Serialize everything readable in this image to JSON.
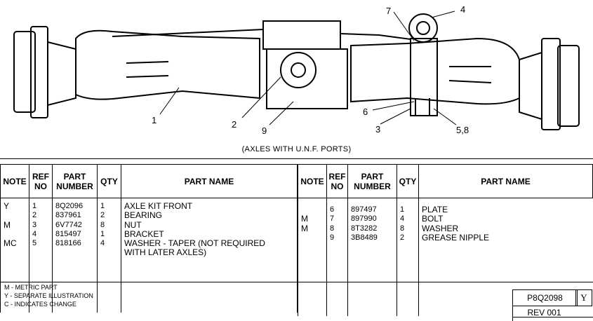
{
  "illustration": {
    "caption": "(AXLES WITH U.N.F. PORTS)",
    "callouts": [
      "1",
      "2",
      "9",
      "7",
      "4",
      "6",
      "3",
      "5,8"
    ]
  },
  "table": {
    "headers": [
      "NOTE",
      "REF NO",
      "PART NUMBER",
      "QTY",
      "PART NAME"
    ],
    "left_rows": [
      {
        "note": "Y",
        "ref": "1",
        "part_number": "8Q2096",
        "qty": "1",
        "name": [
          "AXLE KIT FRONT"
        ]
      },
      {
        "note": "",
        "ref": "2",
        "part_number": "837961",
        "qty": "2",
        "name": [
          "BEARING"
        ]
      },
      {
        "note": "M",
        "ref": "3",
        "part_number": "6V7742",
        "qty": "8",
        "name": [
          "NUT"
        ]
      },
      {
        "note": "",
        "ref": "4",
        "part_number": "815497",
        "qty": "1",
        "name": [
          "BRACKET"
        ]
      },
      {
        "note": "MC",
        "ref": "5",
        "part_number": "818166",
        "qty": "4",
        "name": [
          "WASHER - TAPER (NOT REQUIRED",
          "WITH LATER AXLES)"
        ]
      }
    ],
    "right_rows": [
      {
        "note": "",
        "ref": "6",
        "part_number": "897497",
        "qty": "1",
        "name": [
          "PLATE"
        ]
      },
      {
        "note": "M",
        "ref": "7",
        "part_number": "897990",
        "qty": "4",
        "name": [
          "BOLT"
        ]
      },
      {
        "note": "M",
        "ref": "8",
        "part_number": "8T3282",
        "qty": "8",
        "name": [
          "WASHER"
        ]
      },
      {
        "note": "",
        "ref": "9",
        "part_number": "3B8489",
        "qty": "2",
        "name": [
          "GREASE NIPPLE"
        ]
      }
    ]
  },
  "legend": [
    "M - METRIC PART",
    "Y - SEPARATE ILLUSTRATION",
    "C - INDICATES CHANGE"
  ],
  "footer": {
    "doc_number": "P8Q2098",
    "flag": "Y",
    "revision": "REV 001"
  }
}
